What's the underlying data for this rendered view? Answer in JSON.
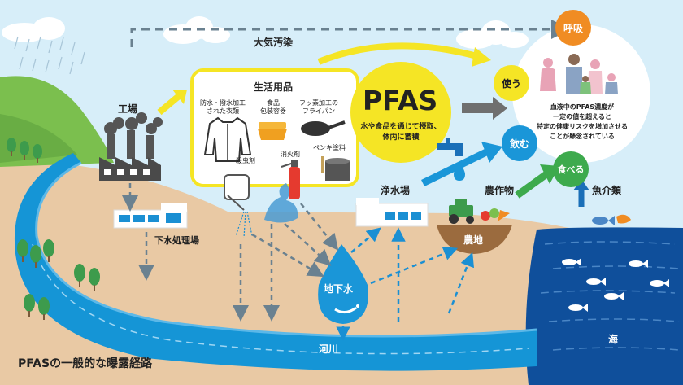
{
  "diagram_title": "PFASの一般的な曝露経路",
  "pfas": {
    "title": "PFAS",
    "desc_line1": "水や食品を通じて摂取、",
    "desc_line2": "体内に蓄積"
  },
  "labels": {
    "air_pollution": "大気汚染",
    "factory": "工場",
    "sewage_plant": "下水処理場",
    "daily_goods": "生活用品",
    "waterproof_line1": "防水・撥水加工",
    "waterproof_line2": "された衣類",
    "food_line1": "食品",
    "food_line2": "包装容器",
    "pan_line1": "フッ素加工の",
    "pan_line2": "フライパン",
    "insecticide": "殺虫剤",
    "extinguisher": "消火剤",
    "paint": "ペンキ塗料",
    "water_plant": "浄水場",
    "crops": "農作物",
    "farmland": "農地",
    "groundwater": "地下水",
    "river": "河川",
    "sea": "海",
    "seafood": "魚介類"
  },
  "routes": {
    "breathe": "呼吸",
    "use": "使う",
    "drink": "飲む",
    "eat": "食べる"
  },
  "body_note": {
    "line1": "血液中のPFAS濃度が",
    "line2": "一定の値を超えると",
    "line3": "特定の健康リスクを増加させる",
    "line4": "ことが懸念されている"
  },
  "colors": {
    "sky": "#d7eef9",
    "ground": "#e9c9a4",
    "river": "#1595d6",
    "sea": "#0f4f9b",
    "pfas_yellow": "#f5e525",
    "route_orange": "#f08c23",
    "route_blue": "#1a96d8",
    "route_green": "#3daa4d",
    "grass": "#7bbf4e"
  }
}
